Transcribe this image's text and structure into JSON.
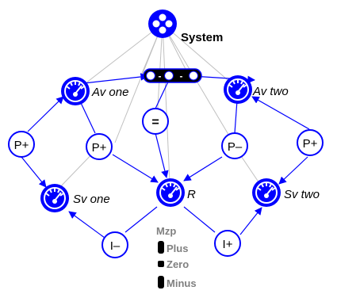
{
  "diagram": {
    "system": {
      "label": "System"
    },
    "nodes": {
      "av_one": {
        "label": "Av one"
      },
      "av_two": {
        "label": "Av two"
      },
      "sv_one": {
        "label": "Sv one"
      },
      "sv_two": {
        "label": "Sv two"
      },
      "r": {
        "label": "R"
      },
      "p_plus_left": {
        "label": "P+"
      },
      "p_plus_mid": {
        "label": "P+"
      },
      "equals": {
        "label": "="
      },
      "p_minus": {
        "label": "P–"
      },
      "p_plus_right": {
        "label": "P+"
      },
      "i_minus": {
        "label": "I–"
      },
      "i_plus": {
        "label": "I+"
      }
    },
    "connector": {
      "left": "-",
      "right": "-"
    },
    "legend": {
      "title": "Mzp",
      "items": [
        {
          "label": "Plus"
        },
        {
          "label": "Zero"
        },
        {
          "label": "Minus"
        }
      ]
    },
    "colors": {
      "primary": "#0000ff",
      "gray_line": "#c0c0c0",
      "legend_text": "#808080",
      "dark": "#000000"
    }
  }
}
